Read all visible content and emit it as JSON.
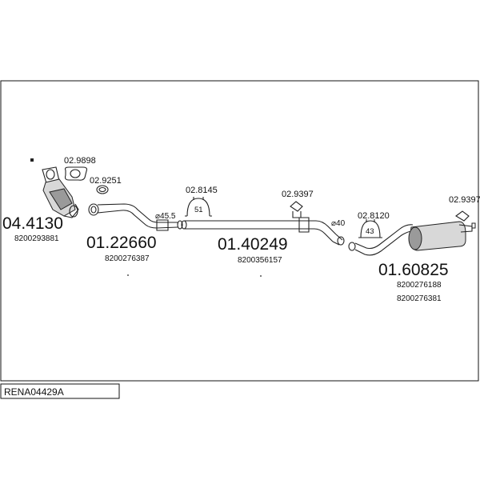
{
  "diagram_code": "RENA04429A",
  "parts": [
    {
      "id": "p1",
      "number": "04.4130",
      "oem": [
        "8200293881"
      ]
    },
    {
      "id": "p2",
      "number": "01.22660",
      "oem": [
        "8200276387"
      ]
    },
    {
      "id": "p3",
      "number": "01.40249",
      "oem": [
        "8200356157"
      ]
    },
    {
      "id": "p4",
      "number": "01.60825",
      "oem": [
        "8200276188",
        "8200276381"
      ]
    }
  ],
  "accessories": [
    {
      "id": "a1",
      "number": "02.9898"
    },
    {
      "id": "a2",
      "number": "02.9251"
    },
    {
      "id": "a3",
      "number": "02.8145"
    },
    {
      "id": "a4",
      "number": "02.9397"
    },
    {
      "id": "a5",
      "number": "02.8120"
    },
    {
      "id": "a6",
      "number": "02.9397"
    }
  ],
  "clamp_labels": {
    "c1": "51",
    "c2": "43"
  },
  "diameters": {
    "d1": "⌀45.5",
    "d2": "⌀40"
  }
}
